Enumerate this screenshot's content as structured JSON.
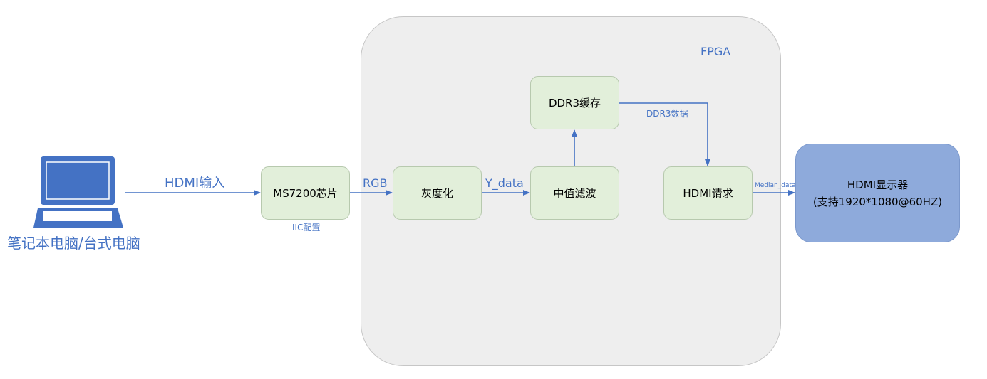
{
  "fpga_label": "FPGA",
  "laptop_label": "笔记本电脑/台式电脑",
  "hdmi_input_label": "HDMI输入",
  "blocks": {
    "ms7200": "MS7200芯片",
    "gray": "灰度化",
    "median": "中值滤波",
    "ddr3": "DDR3缓存",
    "hdmi_req": "HDMI请求"
  },
  "display": {
    "line1": "HDMI显示器",
    "line2": "(支持1920*1080@60HZ)"
  },
  "edge_labels": {
    "iic": "IIC配置",
    "rgb": "RGB",
    "y_data": "Y_data",
    "ddr3_data": "DDR3数据",
    "median_data": "Median_data"
  },
  "colors": {
    "accent": "#4472c4",
    "block_fill": "#e2efda",
    "display_fill": "#8eaadb",
    "fpga_fill": "#eeeeee"
  }
}
